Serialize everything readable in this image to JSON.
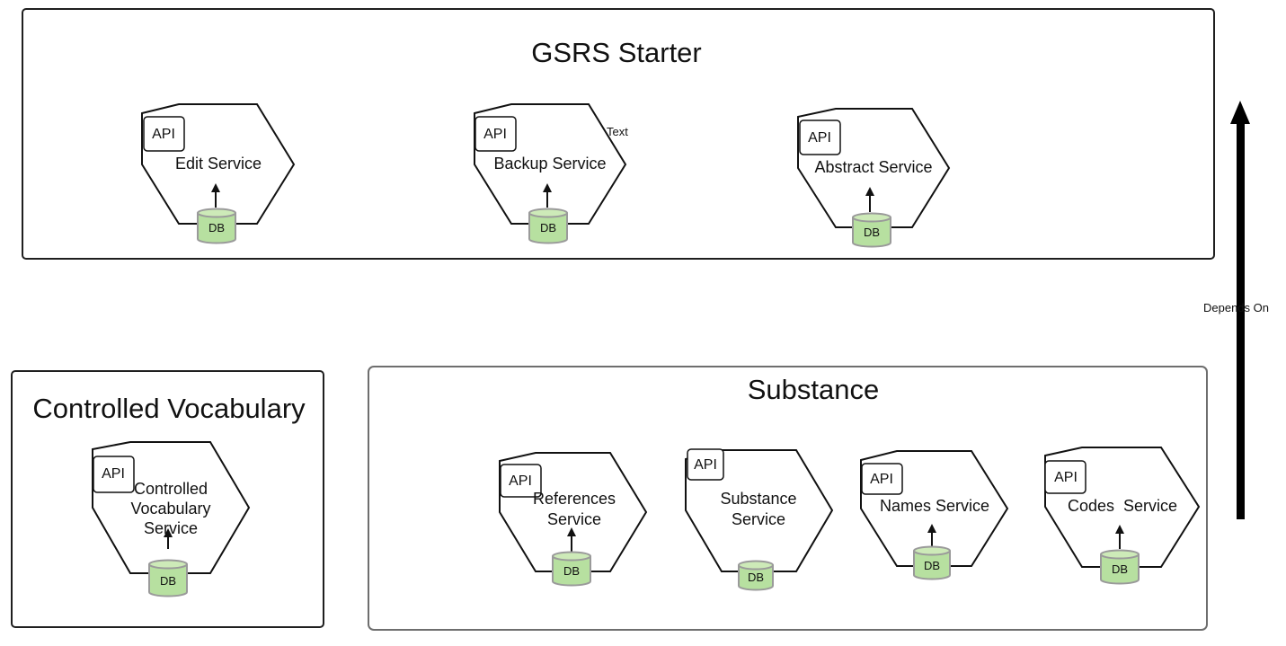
{
  "panels": {
    "gsrs_starter": {
      "title": "GSRS Starter"
    },
    "controlled_vocabulary": {
      "title": "Controlled Vocabulary"
    },
    "substance": {
      "title": "Substance"
    }
  },
  "services": {
    "edit": {
      "api": "API",
      "name": "Edit Service",
      "db": "DB"
    },
    "backup": {
      "api": "API",
      "name": "Backup Service",
      "db": "DB",
      "note": "Text"
    },
    "abstract": {
      "api": "API",
      "name": "Abstract Service",
      "db": "DB"
    },
    "controlled_vocabulary": {
      "api": "API",
      "name": [
        "Controlled",
        "Vocabulary",
        "Service"
      ],
      "db": "DB"
    },
    "references": {
      "api": "API",
      "name": [
        "References",
        "Service"
      ],
      "db": "DB"
    },
    "substance": {
      "api": "API",
      "name": [
        "Substance",
        "Service"
      ],
      "db": "DB"
    },
    "names": {
      "api": "API",
      "name": "Names Service",
      "db": "DB"
    },
    "codes": {
      "api": "API",
      "name": "Codes  Service",
      "db": "DB"
    }
  },
  "dependency_arrow": {
    "label": "Depends On"
  },
  "colors": {
    "db_fill": "#b7e0a0",
    "outline": "#111111"
  }
}
